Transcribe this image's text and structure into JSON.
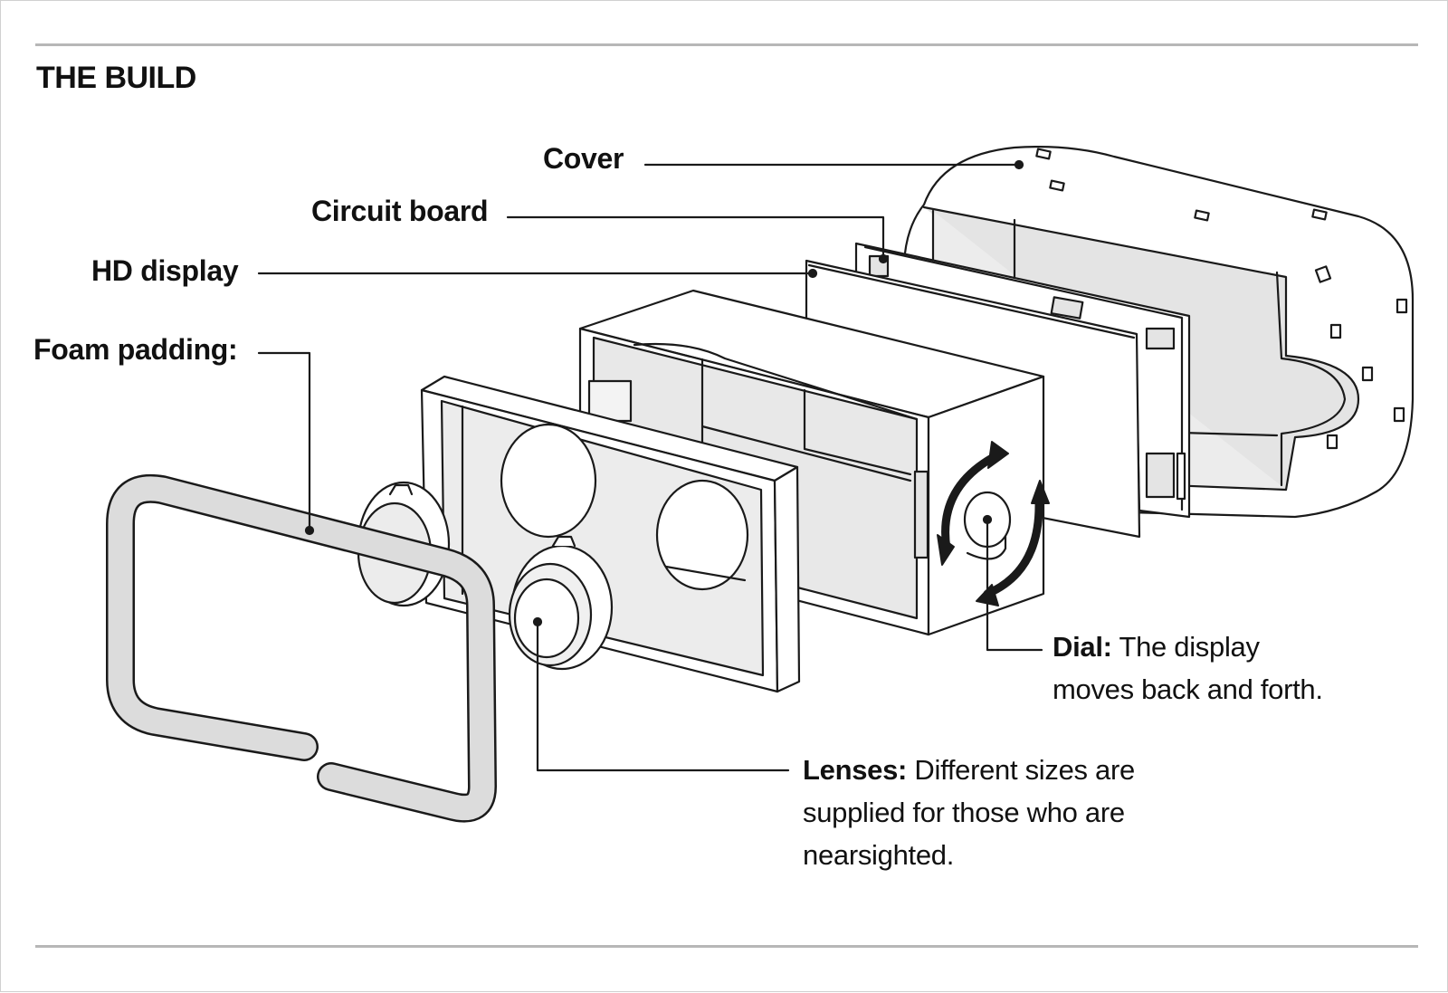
{
  "title": "THE BUILD",
  "labels": {
    "cover": "Cover",
    "circuit_board": "Circuit board",
    "hd_display": "HD display",
    "foam_padding": "Foam padding:"
  },
  "annotations": {
    "dial": {
      "name": "Dial:",
      "line1": "The display",
      "line2": "moves back and forth."
    },
    "lenses": {
      "name": "Lenses:",
      "line1": "Different sizes are",
      "line2": "supplied for those who are",
      "line3": "nearsighted."
    }
  },
  "colors": {
    "stroke": "#1a1a1a",
    "part_fill": "#ffffff",
    "shade": "#e4e4e4",
    "rule": "#b7b7b7"
  }
}
